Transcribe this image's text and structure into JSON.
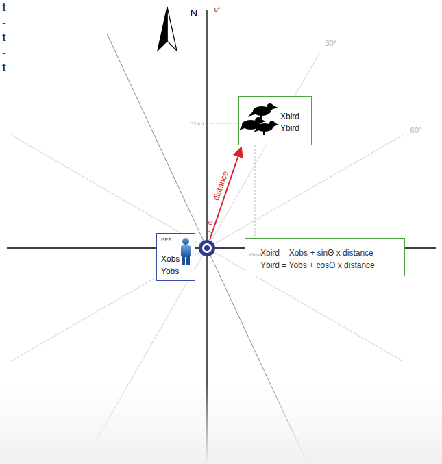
{
  "diagram": {
    "nodes": [
      {
        "text": [
          "Xbird",
          "Ybird"
        ]
      },
      {
        "text": [
          "GPS :",
          "Xobs",
          "Yobs"
        ]
      },
      {
        "text": [
          "Xbird = Xobs + sinΘ x distance",
          "Ybird = Yobs + cosΘ x distance"
        ]
      }
    ],
    "labels": [
      "t",
      "-",
      "t",
      "-",
      "t",
      "N",
      "0°",
      "30°",
      "60°",
      "Ybird",
      "Xbird",
      "distance",
      "Θ"
    ]
  }
}
